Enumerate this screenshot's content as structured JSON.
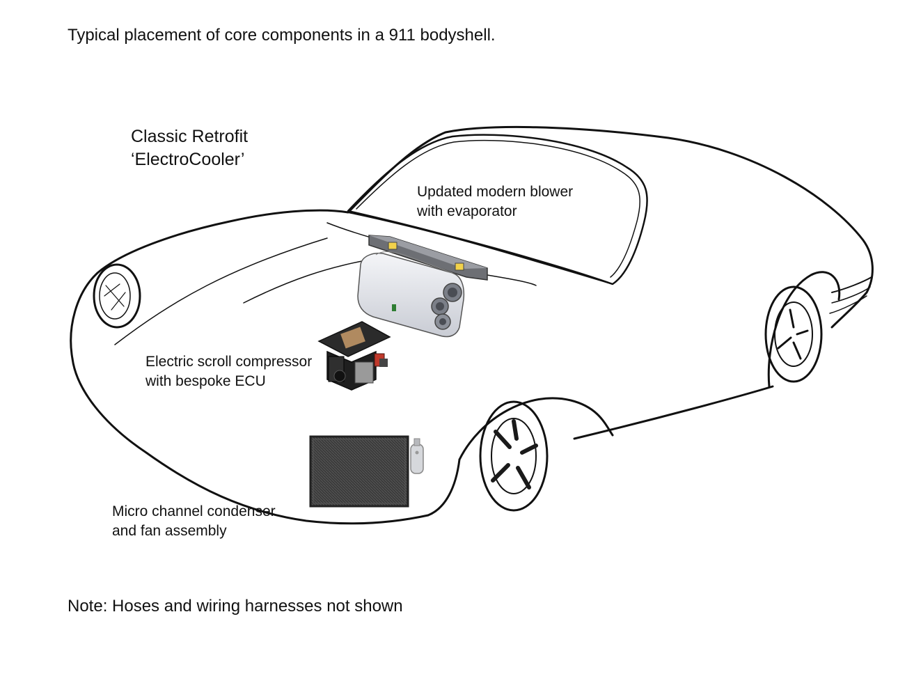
{
  "heading": "Typical placement of core components in a 911 bodyshell.",
  "product": {
    "line1": "Classic Retrofit",
    "line2": "‘ElectroCooler’"
  },
  "components": {
    "blower": {
      "line1": "Updated modern blower",
      "line2": "with evaporator"
    },
    "compressor": {
      "line1": "Electric scroll compressor",
      "line2": "with bespoke ECU"
    },
    "condenser": {
      "line1": "Micro channel condenser",
      "line2": "and fan assembly"
    }
  },
  "note": "Note:  Hoses and wiring harnesses not shown",
  "icons": {
    "car": "car-bodyshell-icon",
    "blower": "blower-unit-icon",
    "compressor": "scroll-compressor-icon",
    "condenser": "condenser-panel-icon"
  },
  "colors": {
    "outline": "#111111",
    "blower_body": "#d9dbe2",
    "compressor": "#2a2a2a",
    "accent": "#c0392b",
    "condenser": "#3a3a3a"
  }
}
